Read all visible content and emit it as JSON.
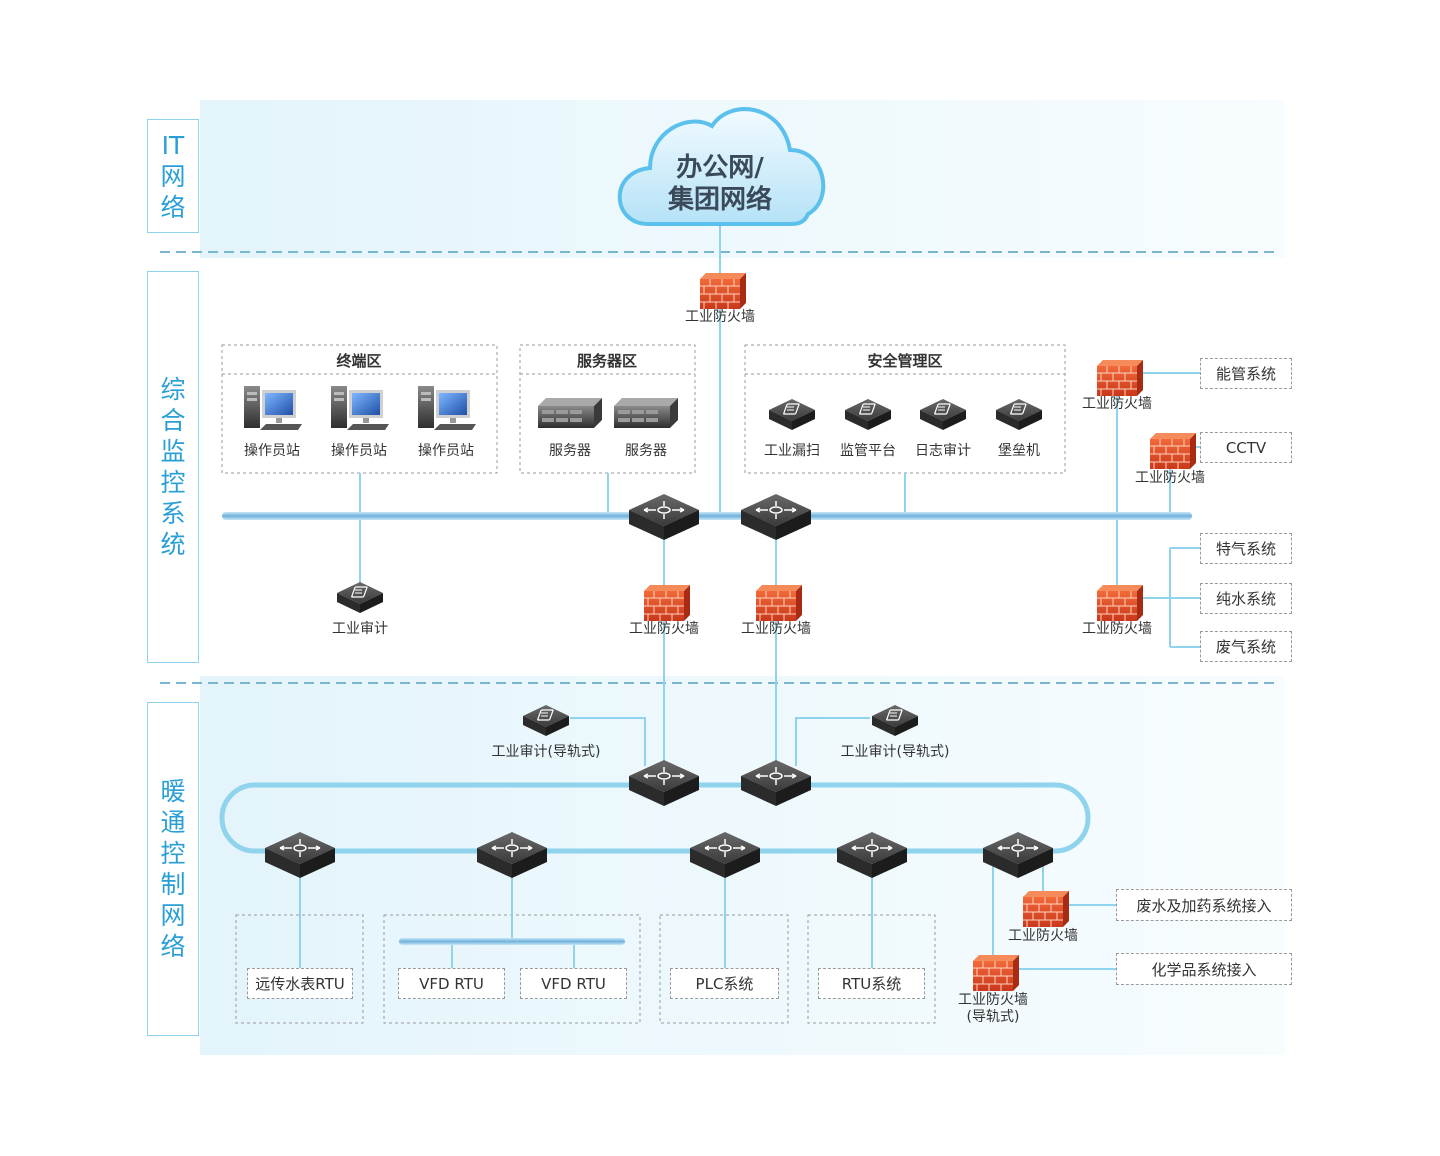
{
  "zones": {
    "it": "IT网络",
    "monitor": "综合监控系统",
    "hvac": "暖通控制网络"
  },
  "cloud": {
    "line1": "办公网/",
    "line2": "集团网络"
  },
  "groups": {
    "terminal": "终端区",
    "server": "服务器区",
    "security": "安全管理区"
  },
  "labels": {
    "fw_top": "工业防火墙",
    "op1": "操作员站",
    "op2": "操作员站",
    "op3": "操作员站",
    "srv1": "服务器",
    "srv2": "服务器",
    "sec1": "工业漏扫",
    "sec2": "监管平台",
    "sec3": "日志审计",
    "sec4": "堡垒机",
    "fw_energy": "工业防火墙",
    "fw_cctv": "工业防火墙",
    "audit_mid": "工业审计",
    "fw_mid1": "工业防火墙",
    "fw_mid2": "工业防火墙",
    "fw_right": "工业防火墙",
    "audit_rail1": "工业审计(导轨式)",
    "audit_rail2": "工业审计(导轨式)",
    "fw_hvac": "工业防火墙",
    "fw_rail_1": "工业防火墙",
    "fw_rail_2": "(导轨式)"
  },
  "systems": {
    "energy": "能管系统",
    "cctv": "CCTV",
    "gas": "特气系统",
    "water": "纯水系统",
    "exhaust": "废气系统",
    "rtu_meter": "远传水表RTU",
    "vfd1": "VFD RTU",
    "vfd2": "VFD RTU",
    "plc": "PLC系统",
    "rtu": "RTU系统",
    "waste_water": "废水及加药系统接入",
    "chem": "化学品系统接入"
  },
  "colors": {
    "link": "#8fd3ec",
    "bus": "#8fc3e6",
    "firewall": "#e84a1e",
    "switch": "#3a3a3a",
    "zone_border": "#8fd3ec",
    "zone_text": "#2a9fd6"
  }
}
